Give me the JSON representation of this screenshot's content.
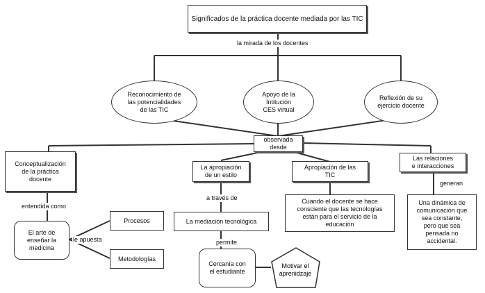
{
  "nodes": {
    "root": "Significados de la práctica docente mediada por las TIC",
    "potencialidades": "Reconocimiento de\nlas potencialidades\nde las TIC",
    "apoyo": "Apoyo de la\nIntitución\nCES virtual",
    "reflexion": "Reflexión de su\nejercicio docente",
    "observada": "observada\ndesde",
    "conceptualizacion": "Conceptualización\nde la práctica\ndocente",
    "arte": "El arte de\nenseñar la\nmedicina",
    "procesos": "Procesos",
    "metodologias": "Metodologías",
    "apropiacion_estilo": "La apropiación\nde un estilo",
    "mediacion": "La mediación tecnológica",
    "cercania": "Cercanía con\nel estudiante",
    "motivar": "Motivar el\naprenidzaje",
    "apropiacion_tic": "Apropiación de las\nTIC",
    "consciente": "Cuando el docente se hace\nconsciente que las tecnologías\nestán para el servicio de la\neducación",
    "relaciones": "Las relaciones\ne interacciones",
    "dinamica": "Una dinámica de\ncomunicación que\nsea constante,\npero que sea\npensada no\naccidental."
  },
  "labels": {
    "mirada": "la mirada de los docentes",
    "entendida": "entendida como",
    "apuesta": "le apuesta",
    "traves": "a través de",
    "permite": "permite",
    "generan": "generan"
  }
}
